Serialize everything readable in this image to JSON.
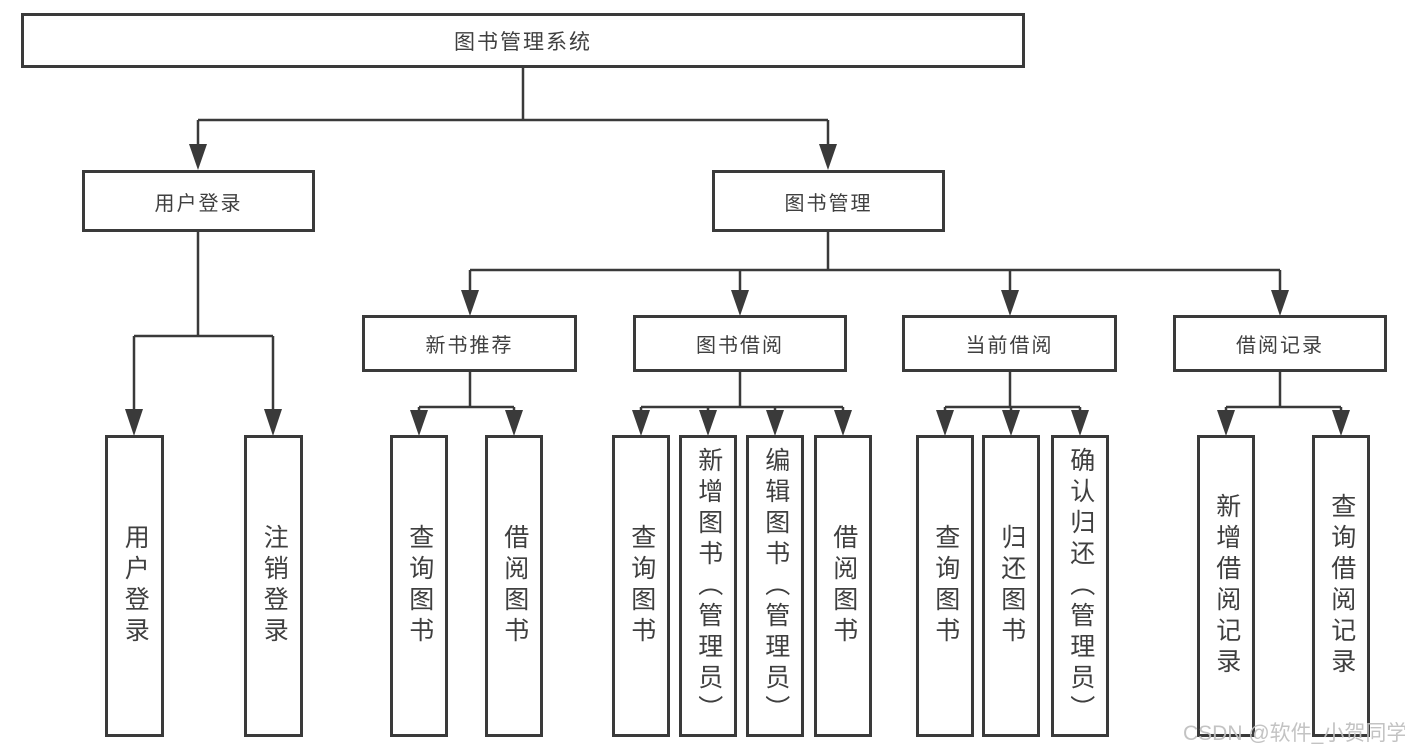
{
  "diagram": {
    "root": {
      "label": "图书管理系统",
      "children": [
        {
          "label": "用户登录",
          "children": [
            {
              "label": "用户登录"
            },
            {
              "label": "注销登录"
            }
          ]
        },
        {
          "label": "图书管理",
          "children": [
            {
              "label": "新书推荐",
              "children": [
                {
                  "label": "查询图书"
                },
                {
                  "label": "借阅图书"
                }
              ]
            },
            {
              "label": "图书借阅",
              "children": [
                {
                  "label": "查询图书"
                },
                {
                  "label": "新增图书（管理员）"
                },
                {
                  "label": "编辑图书（管理员）"
                },
                {
                  "label": "借阅图书"
                }
              ]
            },
            {
              "label": "当前借阅",
              "children": [
                {
                  "label": "查询图书"
                },
                {
                  "label": "归还图书"
                },
                {
                  "label": "确认归还（管理员）"
                }
              ]
            },
            {
              "label": "借阅记录",
              "children": [
                {
                  "label": "新增借阅记录"
                },
                {
                  "label": "查询借阅记录"
                }
              ]
            }
          ]
        }
      ]
    },
    "colors": {
      "line": "#3a3a3a",
      "text": "#3f3f3f",
      "watermark_text": "#c0c0c0",
      "background": "#ffffff"
    },
    "watermark": "CSDN @软件_小贺同学"
  }
}
